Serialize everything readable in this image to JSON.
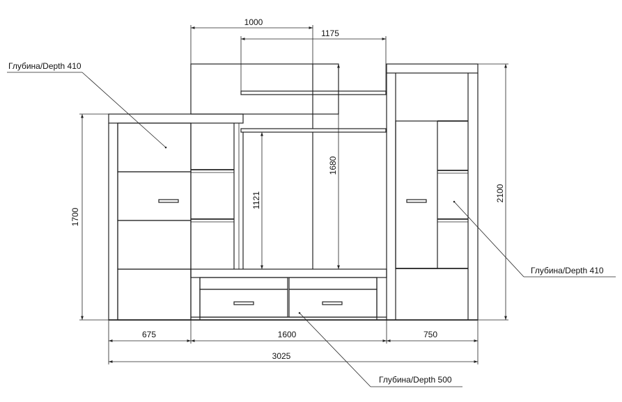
{
  "dimensions": {
    "top_width_1000": "1000",
    "shelf_width_1175": "1175",
    "left_height_1700": "1700",
    "niche_height_1121": "1121",
    "center_height_1680": "1680",
    "right_height_2100": "2100",
    "left_width_675": "675",
    "center_width_1600": "1600",
    "right_width_750": "750",
    "total_width_3025": "3025"
  },
  "callouts": {
    "left_depth": "Глубина/Depth 410",
    "right_depth": "Глубина/Depth 410",
    "bottom_depth": "Глубина/Depth 500"
  },
  "colors": {
    "line": "#222222",
    "background": "#ffffff"
  }
}
